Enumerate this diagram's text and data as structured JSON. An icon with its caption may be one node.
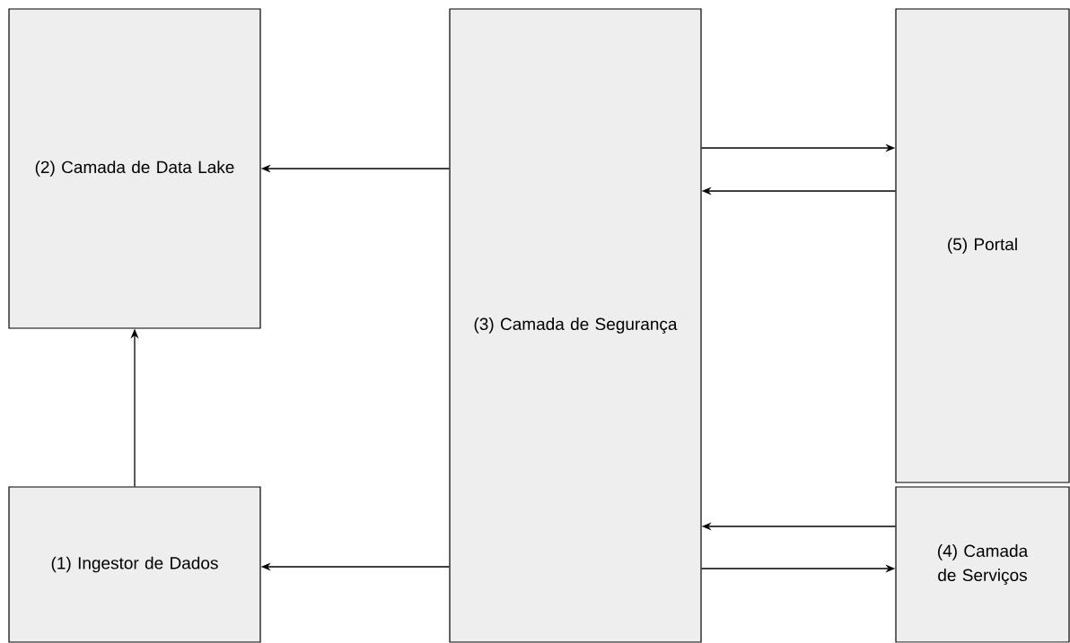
{
  "diagram": {
    "nodes": [
      {
        "text": [
          "(2) Camada de Data Lake"
        ]
      },
      {
        "text": [
          "(3) Camada de Segurança"
        ]
      },
      {
        "text": [
          "(5) Portal"
        ]
      },
      {
        "text": [
          "(1) Ingestor de Dados"
        ]
      },
      {
        "text": [
          "(4) Camada de Serviços"
        ]
      }
    ],
    "edges": [
      {
        "from": 3,
        "to": 0,
        "arrow": "to"
      },
      {
        "from": 1,
        "to": 0,
        "arrow": "to"
      },
      {
        "from": 1,
        "to": 2,
        "arrow": "to"
      },
      {
        "from": 2,
        "to": 1,
        "arrow": "to"
      },
      {
        "from": 4,
        "to": 1,
        "arrow": "to"
      },
      {
        "from": 1,
        "to": 4,
        "arrow": "to"
      },
      {
        "from": 1,
        "to": 3,
        "arrow": "to"
      }
    ]
  }
}
